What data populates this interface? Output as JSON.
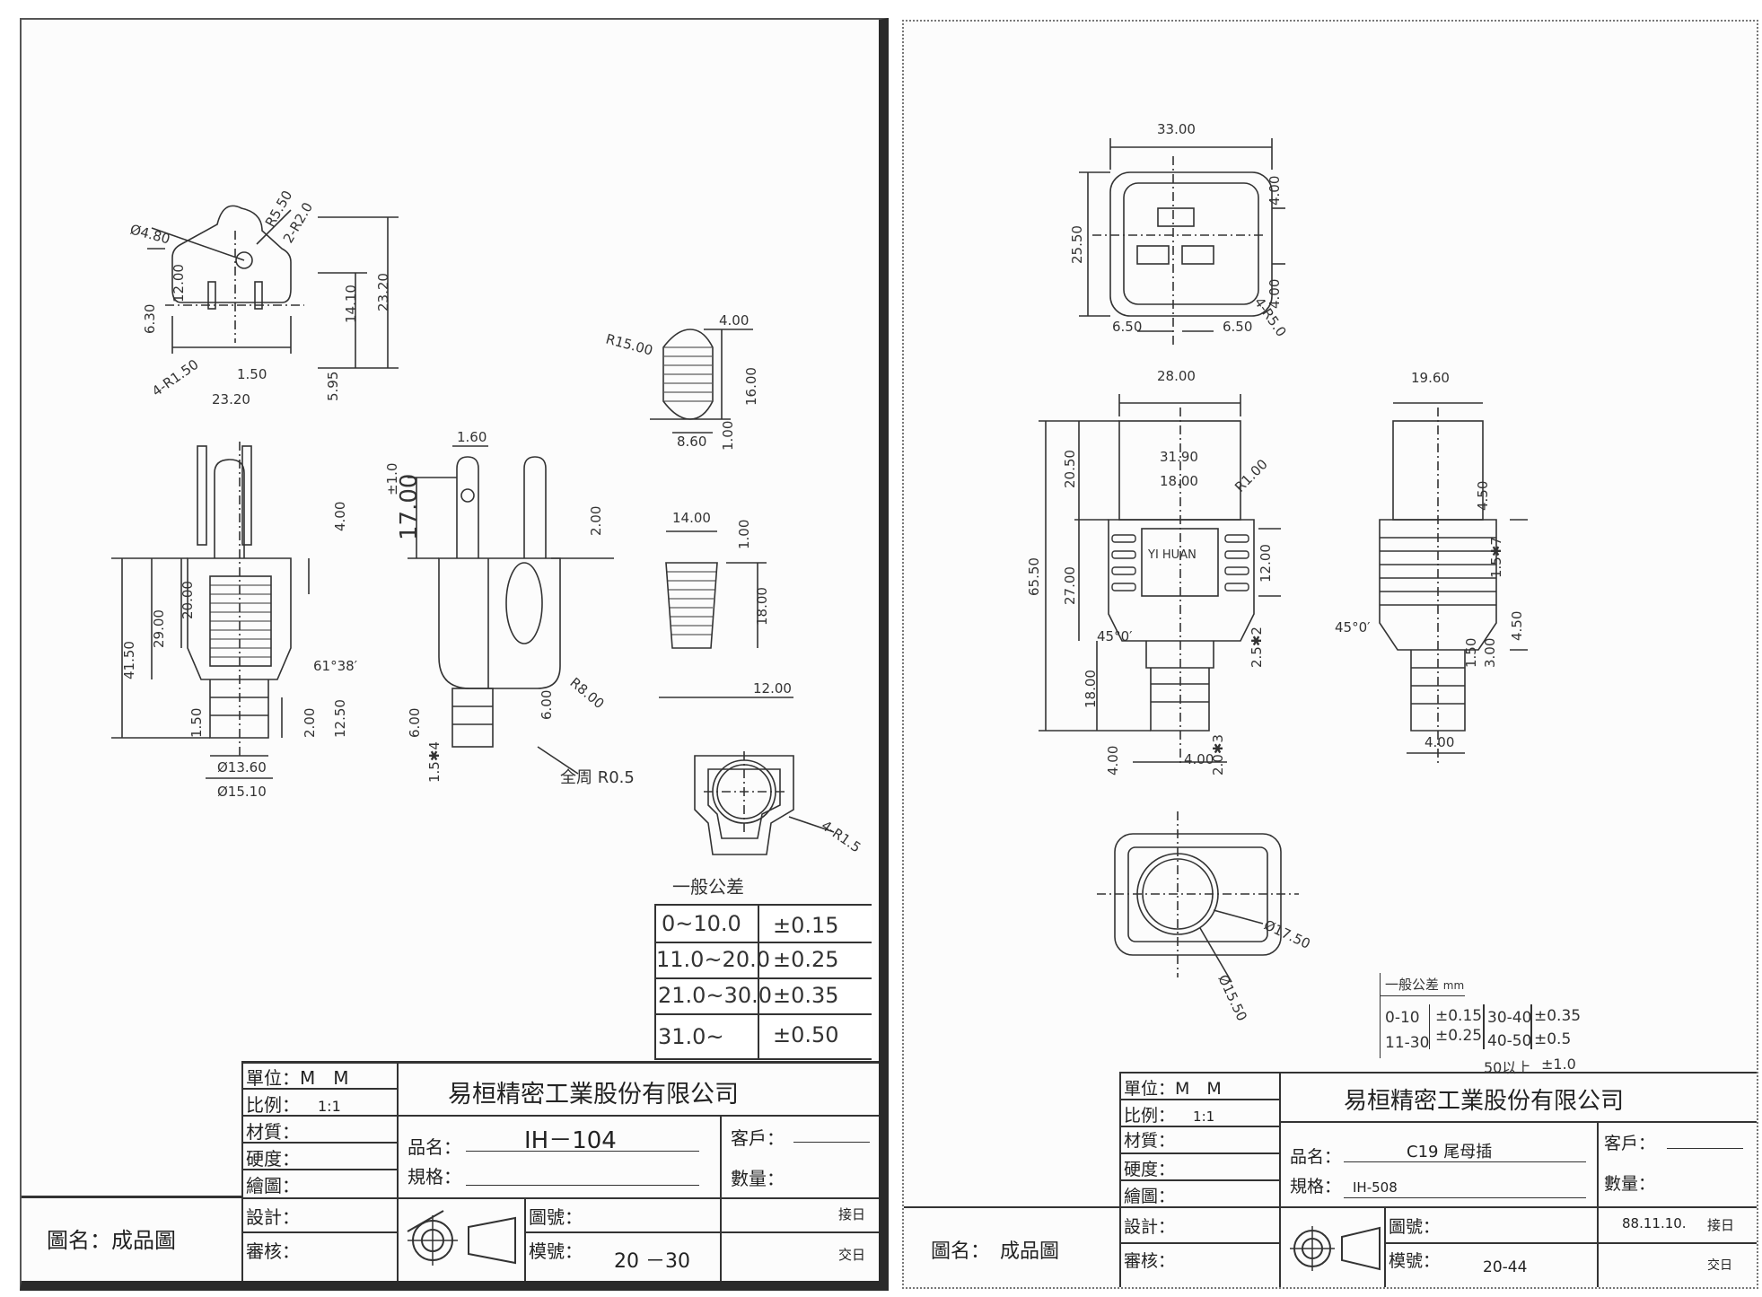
{
  "left_sheet": {
    "dims": {
      "d480": "Ø4.80",
      "r550": "R5.50",
      "r20": "2-R2.0",
      "d1200": "12.00",
      "d630": "6.30",
      "d1410": "14.10",
      "d2320v": "23.20",
      "r150": "4-R1.50",
      "d150h": "1.50",
      "d595": "5.95",
      "d2320h": "23.20",
      "r1500": "R15.00",
      "d400a": "4.00",
      "d1600": "16.00",
      "d860": "8.60",
      "d100a": "1.00",
      "d160": "1.60",
      "pm10": "±1.0",
      "d1700": "17.00",
      "d200a": "2.00",
      "d400b": "4.00",
      "d4150": "41.50",
      "d2900": "29.00",
      "d2000": "20.00",
      "a6138": "61°38′",
      "d150v": "1.50",
      "d200b": "2.00",
      "d1250": "12.50",
      "d1360": "Ø13.60",
      "d1510": "Ø15.10",
      "r800": "R8.00",
      "d600a": "6.00",
      "d600b": "6.00",
      "d154": "1.5✱4",
      "allr": "全周 R0.5",
      "d1400": "14.00",
      "d100b": "1.00",
      "d1800": "18.00",
      "d1200b": "12.00",
      "r15": "4-R1.5"
    },
    "tolerance": {
      "title": "一般公差",
      "rows": [
        {
          "range": "0~10.0",
          "tol": "±0.15"
        },
        {
          "range": "11.0~20.0",
          "tol": "±0.25"
        },
        {
          "range": "21.0~30.0",
          "tol": "±0.35"
        },
        {
          "range": "31.0~",
          "tol": "±0.50"
        }
      ]
    },
    "title_block": {
      "unit_label": "單位",
      "unit_value": "M　M",
      "scale_label": "比例",
      "scale_value": "1:1",
      "material_label": "材質",
      "hardness_label": "硬度",
      "drawer_label": "繪圖",
      "design_label": "設計",
      "review_label": "審核",
      "drawing_name": "圖名：成品圖",
      "company": "易桓精密工業股份有限公司",
      "product_label": "品名",
      "product_value": "IH－104",
      "spec_label": "規格",
      "customer_label": "客戶",
      "quantity_label": "數量",
      "drawing_no_label": "圖號",
      "model_label": "模號",
      "model_value": "20 －30",
      "receive_label": "接日",
      "deliver_label": "交日"
    }
  },
  "right_sheet": {
    "dims": {
      "d3300": "33.00",
      "d2550": "25.50",
      "d400a": "4.00",
      "d400b": "4.00",
      "r50": "4-R5.0",
      "d650a": "6.50",
      "d650b": "6.50",
      "d2800": "28.00",
      "d1960": "19.60",
      "d2050": "20.50",
      "d3190": "31.90",
      "d1800a": "18.00",
      "r100": "R1.00",
      "d6550": "65.50",
      "d2700": "27.00",
      "d1200": "12.00",
      "a450a": "45°0′",
      "d2_5x2": "2.5✱2",
      "d1800b": "18.00",
      "d400c": "4.00",
      "d400d": "4.00",
      "d2_0x3": "2.0✱3",
      "d450a": "4.50",
      "d1_5x7": "1.5✱7",
      "a450b": "45°0′",
      "d150": "1.50",
      "d300": "3.00",
      "d450b": "4.50",
      "d400e": "4.00",
      "d1750": "Ø17.50",
      "d1550": "Ø15.50",
      "brand": "YI HUAN"
    },
    "tolerance": {
      "title": "一般公差",
      "unit": "mm",
      "left": [
        {
          "range": "0-10",
          "tol": "±0.15"
        },
        {
          "range": "11-30",
          "tol": "±0.25"
        }
      ],
      "right": [
        {
          "range": "30-40",
          "tol": "±0.35"
        },
        {
          "range": "40-50",
          "tol": "±0.5"
        }
      ],
      "extra": {
        "range": "50以上",
        "tol": "±1.0"
      }
    },
    "title_block": {
      "unit_label": "單位",
      "unit_value": "M　M",
      "scale_label": "比例",
      "scale_value": "1:1",
      "material_label": "材質",
      "hardness_label": "硬度",
      "drawer_label": "繪圖",
      "design_label": "設計",
      "review_label": "審核",
      "drawing_name": "圖名：　成品圖",
      "company": "易桓精密工業股份有限公司",
      "product_label": "品名",
      "product_value": "C19 尾母插",
      "spec_label": "規格",
      "spec_value": "IH-508",
      "customer_label": "客戶",
      "quantity_label": "數量",
      "drawing_no_label": "圖號",
      "model_label": "模號",
      "model_value": "20-44",
      "date": "88.11.10.",
      "receive_label": "接日",
      "deliver_label": "交日"
    }
  }
}
